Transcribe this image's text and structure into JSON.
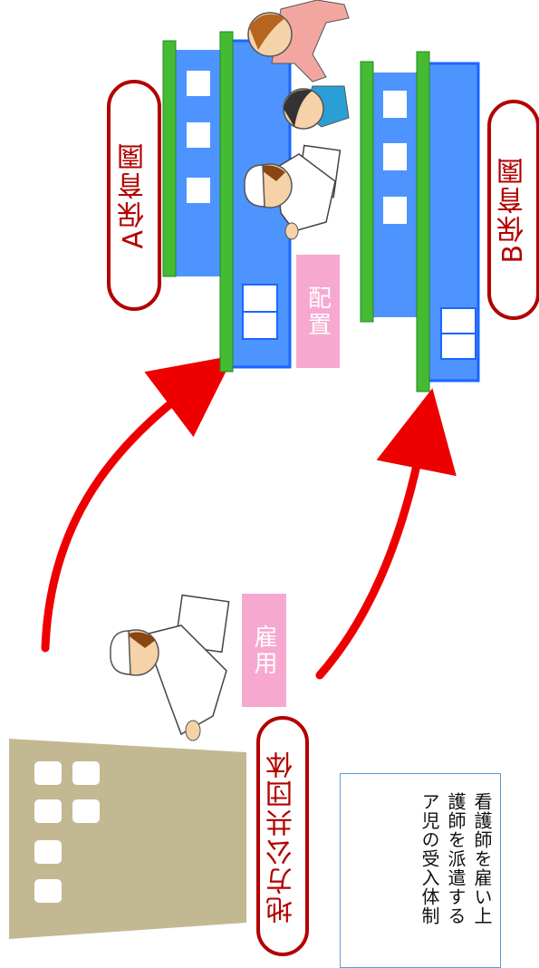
{
  "labels": {
    "nursery_a": "A保育園",
    "nursery_b": "B保育園",
    "local_government": "地方公共団体",
    "assign": "配置",
    "employ": "雇用"
  },
  "note_lines": [
    "看護師を雇い上",
    "護師を派遣する",
    "ア児の受入体制"
  ],
  "colors": {
    "arrow": "#ee0000",
    "pill_border": "#b30000",
    "tag_bg": "#f7a8cf",
    "building_blue": "#4d94ff",
    "building_dark": "#1a66ff",
    "building_green": "#44bb33",
    "office_tan": "#c2b993"
  }
}
